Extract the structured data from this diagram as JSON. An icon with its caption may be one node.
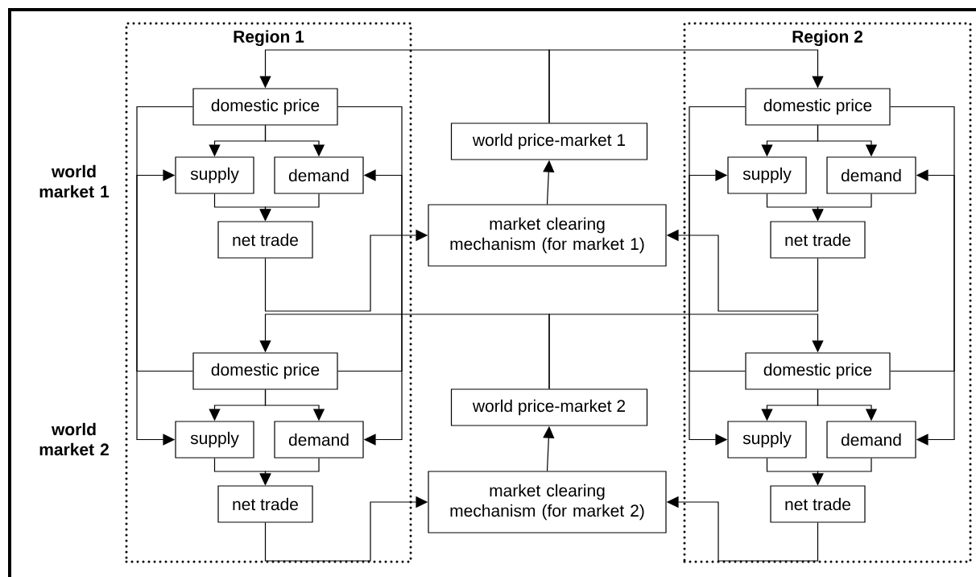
{
  "diagram": {
    "nodes": [
      {
        "text": [
          "Region 1"
        ]
      },
      {
        "text": [
          "domestic price"
        ],
        "in": 0
      },
      {
        "text": [
          "supply"
        ],
        "in": 0
      },
      {
        "text": [
          "demand"
        ],
        "in": 0
      },
      {
        "text": [
          "net trade"
        ],
        "in": 0
      },
      {
        "text": [
          "domestic price"
        ],
        "in": 0
      },
      {
        "text": [
          "supply"
        ],
        "in": 0
      },
      {
        "text": [
          "demand"
        ],
        "in": 0
      },
      {
        "text": [
          "net trade"
        ],
        "in": 0
      },
      {
        "text": [
          "Region 2"
        ]
      },
      {
        "text": [
          "domestic price"
        ],
        "in": 9
      },
      {
        "text": [
          "supply"
        ],
        "in": 9
      },
      {
        "text": [
          "demand"
        ],
        "in": 9
      },
      {
        "text": [
          "net trade"
        ],
        "in": 9
      },
      {
        "text": [
          "domestic price"
        ],
        "in": 9
      },
      {
        "text": [
          "supply"
        ],
        "in": 9
      },
      {
        "text": [
          "demand"
        ],
        "in": 9
      },
      {
        "text": [
          "net trade"
        ],
        "in": 9
      },
      {
        "text": [
          "world price-market 1"
        ]
      },
      {
        "text": [
          "market clearing mechanism (for market 1)"
        ]
      },
      {
        "text": [
          "world price-market 2"
        ]
      },
      {
        "text": [
          "market clearing mechanism (for market 2)"
        ]
      }
    ],
    "edges": [
      {
        "from": 18,
        "to": 1,
        "arrow": "to"
      },
      {
        "from": 18,
        "to": 10,
        "arrow": "to"
      },
      {
        "from": 20,
        "to": 5,
        "arrow": "to"
      },
      {
        "from": 20,
        "to": 14,
        "arrow": "to"
      },
      {
        "from": 1,
        "to": 2,
        "arrow": "to"
      },
      {
        "from": 1,
        "to": 3,
        "arrow": "to"
      },
      {
        "from": 5,
        "to": 6,
        "arrow": "to"
      },
      {
        "from": 5,
        "to": 7,
        "arrow": "to"
      },
      {
        "from": 10,
        "to": 11,
        "arrow": "to"
      },
      {
        "from": 10,
        "to": 12,
        "arrow": "to"
      },
      {
        "from": 14,
        "to": 15,
        "arrow": "to"
      },
      {
        "from": 14,
        "to": 16,
        "arrow": "to"
      },
      {
        "from": 1,
        "to": 6,
        "arrow": "to"
      },
      {
        "from": 5,
        "to": 2,
        "arrow": "to"
      },
      {
        "from": 1,
        "to": 7,
        "arrow": "to"
      },
      {
        "from": 5,
        "to": 3,
        "arrow": "to"
      },
      {
        "from": 10,
        "to": 15,
        "arrow": "to"
      },
      {
        "from": 14,
        "to": 11,
        "arrow": "to"
      },
      {
        "from": 10,
        "to": 16,
        "arrow": "to"
      },
      {
        "from": 14,
        "to": 12,
        "arrow": "to"
      },
      {
        "from": 2,
        "to": 4,
        "arrow": "to"
      },
      {
        "from": 3,
        "to": 4,
        "arrow": "to"
      },
      {
        "from": 6,
        "to": 8,
        "arrow": "to"
      },
      {
        "from": 7,
        "to": 8,
        "arrow": "to"
      },
      {
        "from": 11,
        "to": 13,
        "arrow": "to"
      },
      {
        "from": 12,
        "to": 13,
        "arrow": "to"
      },
      {
        "from": 15,
        "to": 17,
        "arrow": "to"
      },
      {
        "from": 16,
        "to": 17,
        "arrow": "to"
      },
      {
        "from": 4,
        "to": 19,
        "arrow": "to"
      },
      {
        "from": 13,
        "to": 19,
        "arrow": "to"
      },
      {
        "from": 8,
        "to": 21,
        "arrow": "to"
      },
      {
        "from": 17,
        "to": 21,
        "arrow": "to"
      },
      {
        "from": 19,
        "to": 18,
        "arrow": "to"
      },
      {
        "from": 21,
        "to": 20,
        "arrow": "to"
      }
    ],
    "labels": [
      "world market 1",
      "world market 2"
    ]
  }
}
